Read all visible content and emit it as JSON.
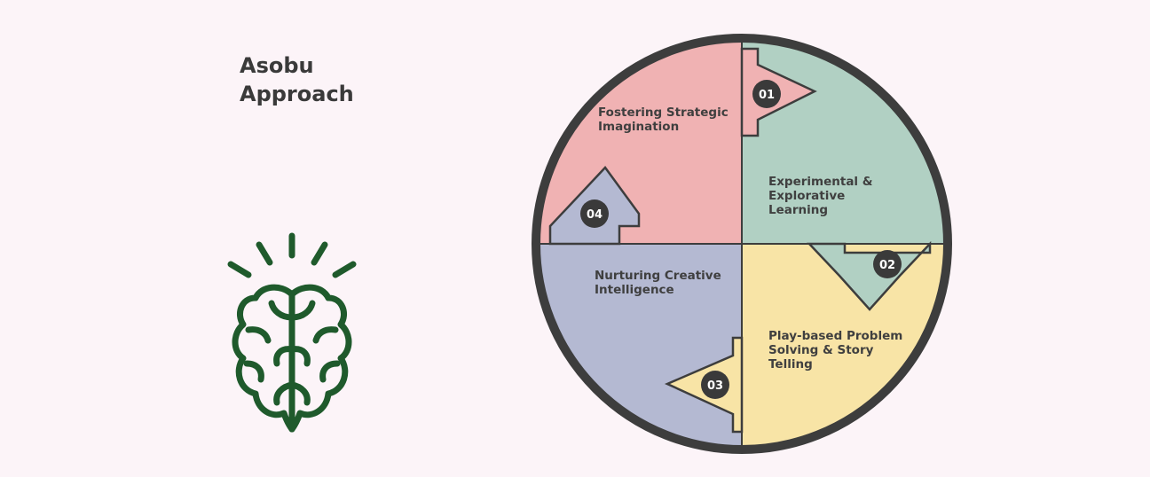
{
  "title": {
    "line1": "Asobu",
    "line2": "Approach"
  },
  "icon": {
    "name": "brain-icon",
    "color": "#1f5a2c"
  },
  "cycle": {
    "steps": [
      {
        "number": "01",
        "lines": [
          "Fostering Strategic",
          "Imagination"
        ],
        "color": "#f0b2b3"
      },
      {
        "number": "02",
        "lines": [
          "Experimental &",
          "Explorative",
          "Learning"
        ],
        "color": "#b1d0c3"
      },
      {
        "number": "03",
        "lines": [
          "Play-based Problem",
          "Solving & Story",
          "Telling"
        ],
        "color": "#f8e4a6"
      },
      {
        "number": "04",
        "lines": [
          "Nurturing Creative",
          "Intelligence"
        ],
        "color": "#b4b9d2"
      }
    ],
    "ring_color": "#3d3d3d",
    "badge_color": "#3a3a3a"
  }
}
